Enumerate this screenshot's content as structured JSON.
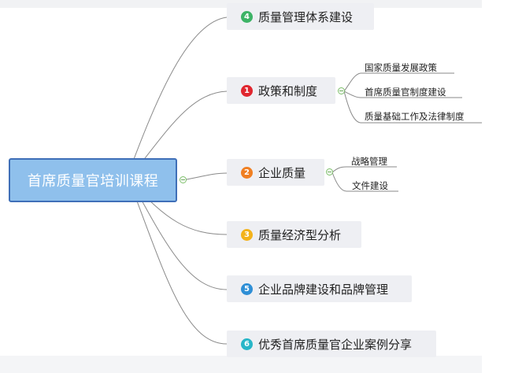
{
  "root": {
    "label": "首席质量官培训课程"
  },
  "topics": [
    {
      "number": "4",
      "label": "质量管理体系建设",
      "color": "#3db366"
    },
    {
      "number": "1",
      "label": "政策和制度",
      "color": "#e0262f",
      "children": [
        "国家质量发展政策",
        "首席质量官制度建设",
        "质量基础工作及法律制度"
      ]
    },
    {
      "number": "2",
      "label": "企业质量",
      "color": "#f07f22",
      "children": [
        "战略管理",
        "文件建设"
      ]
    },
    {
      "number": "3",
      "label": "质量经济型分析",
      "color": "#f3b21b"
    },
    {
      "number": "5",
      "label": "企业品牌建设和品牌管理",
      "color": "#2f8fd6"
    },
    {
      "number": "6",
      "label": "优秀首席质量官企业案例分享",
      "color": "#28b6c8"
    }
  ]
}
